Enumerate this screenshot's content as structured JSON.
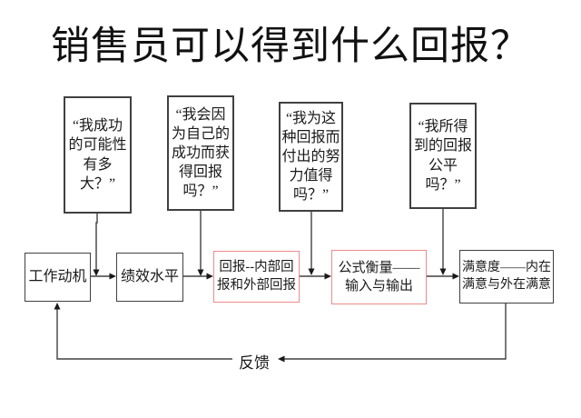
{
  "title": "销售员可以得到什么回报？",
  "question_boxes": [
    {
      "label": "“我成功\n的可能性\n有多\n大？”"
    },
    {
      "label": "“我会因\n为自己的\n成功而获\n得回报\n吗？”"
    },
    {
      "label": "“我为这\n种回报而\n付出的努\n力值得\n吗？”"
    },
    {
      "label": "“我所得\n到的回报\n公平\n吗？”"
    }
  ],
  "flow_boxes": [
    {
      "label": "工作动机",
      "border": "black"
    },
    {
      "label": "绩效水平",
      "border": "black"
    },
    {
      "label": "回报--内部回\n报和外部回报",
      "border": "red"
    },
    {
      "label": "公式衡量——\n输入与输出",
      "border": "red"
    },
    {
      "label": "满意度——内在\n满意与外在满意",
      "border": "black"
    }
  ],
  "feedback_label": "反馈",
  "colors": {
    "background": "#ffffff",
    "text": "#1a1a1a",
    "black_border": "#404040",
    "red_border": "#ee8b8b",
    "line": "#404040"
  }
}
